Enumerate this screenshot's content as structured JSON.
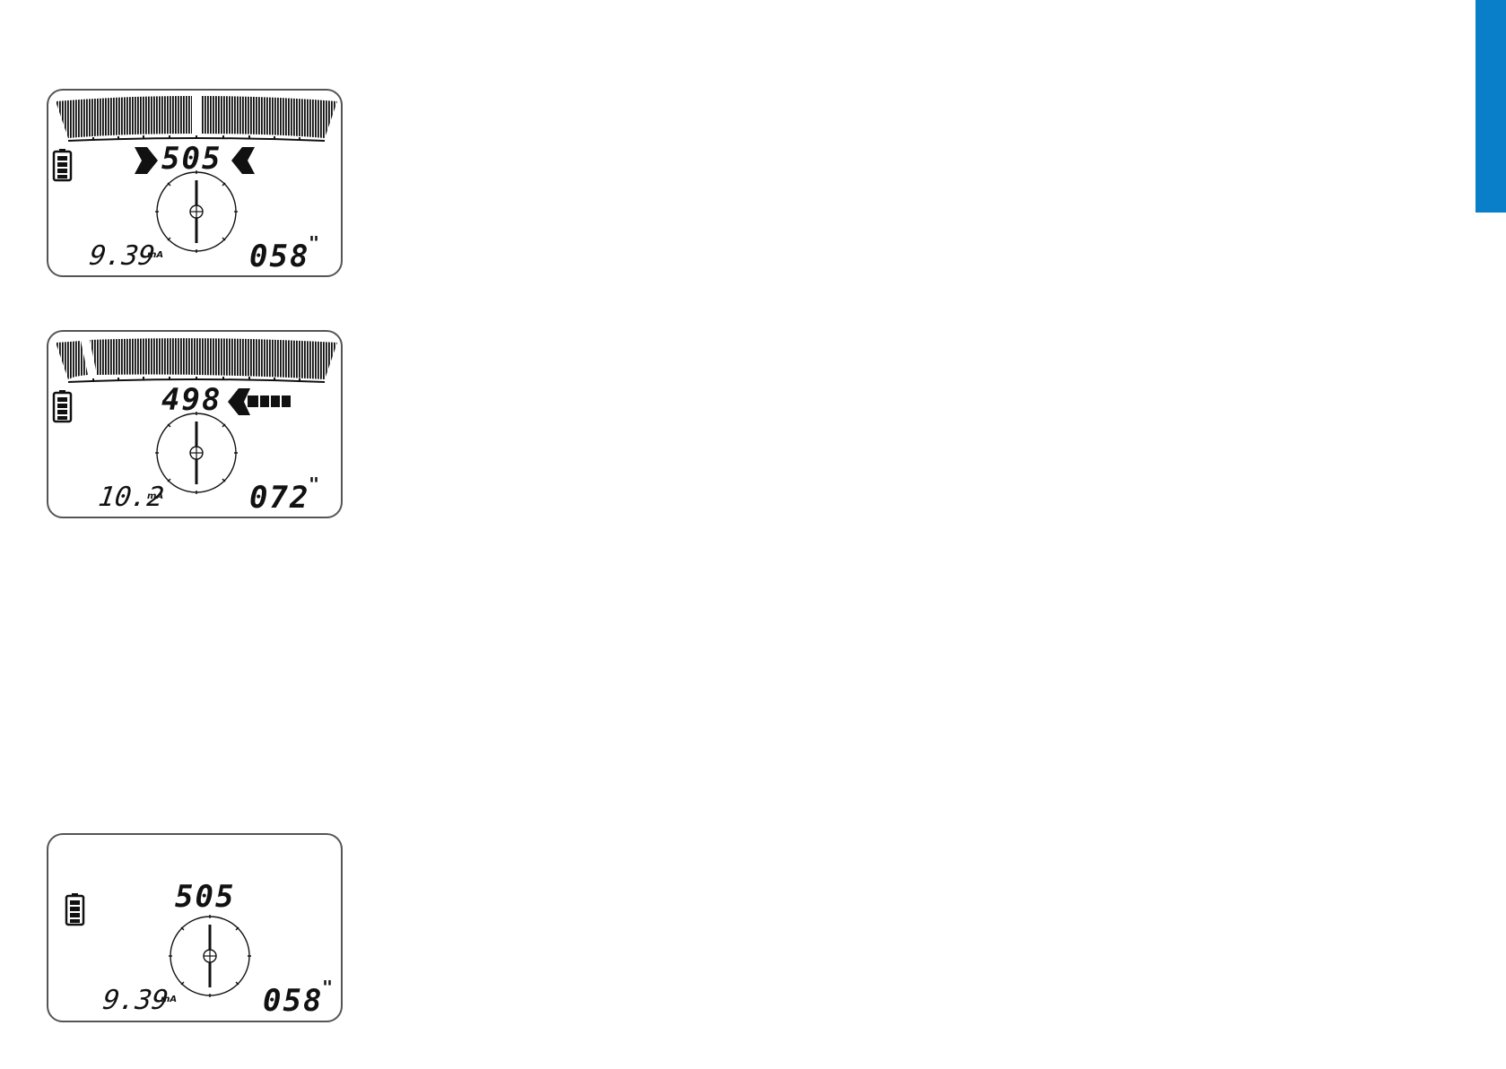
{
  "accent_color": "#0a7fc9",
  "screens": [
    {
      "id": "peak-mode",
      "signal_strength": "505",
      "current": "9.39",
      "current_unit": "mA",
      "depth": "058",
      "depth_unit": "\"",
      "guidance": "centered",
      "arrows": [
        "arrow-right-icon",
        "arrow-left-icon"
      ]
    },
    {
      "id": "guidance-left",
      "signal_strength": "498",
      "current": "10.2",
      "current_unit": "mA",
      "depth": "072",
      "depth_unit": "\"",
      "guidance": "move-left",
      "arrows": [
        "arrow-left-bars-icon"
      ]
    },
    {
      "id": "compass-only",
      "signal_strength": "505",
      "current": "9.39",
      "current_unit": "mA",
      "depth": "058",
      "depth_unit": "\""
    }
  ]
}
